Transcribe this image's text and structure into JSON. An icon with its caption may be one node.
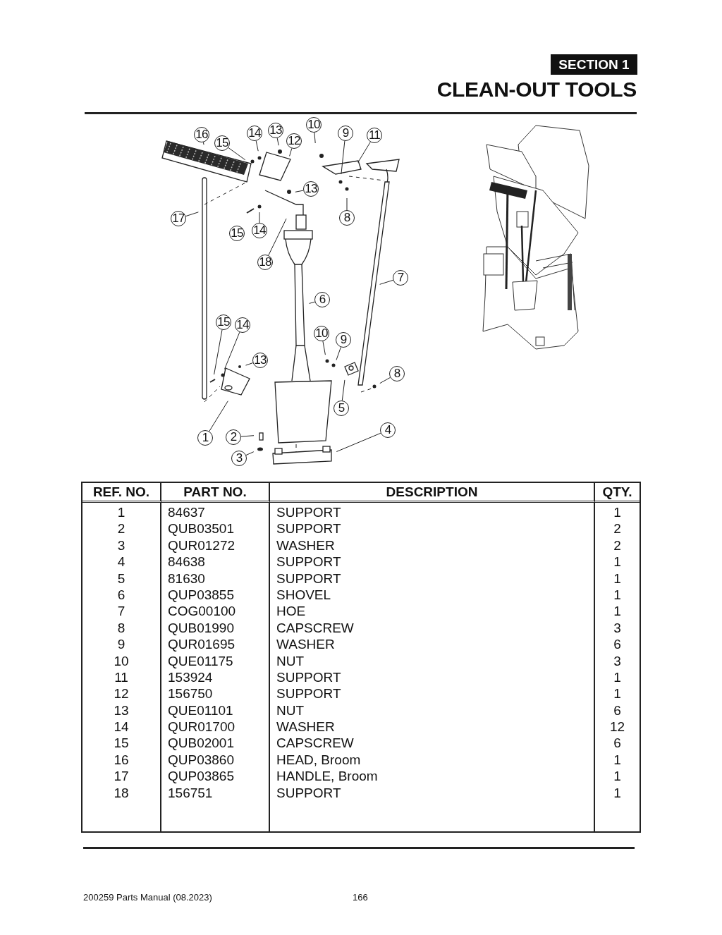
{
  "diagram": {
    "title": "CLEAN-OUT TOOLS",
    "nodes": [
      {
        "text": [
          "16"
        ]
      },
      {
        "text": [
          "15"
        ]
      },
      {
        "text": [
          "14"
        ]
      },
      {
        "text": [
          "13"
        ]
      },
      {
        "text": [
          "12"
        ]
      },
      {
        "text": [
          "10"
        ]
      },
      {
        "text": [
          "9"
        ]
      },
      {
        "text": [
          "11"
        ]
      },
      {
        "text": [
          "13"
        ]
      },
      {
        "text": [
          "17"
        ]
      },
      {
        "text": [
          "8"
        ]
      },
      {
        "text": [
          "15"
        ]
      },
      {
        "text": [
          "14"
        ]
      },
      {
        "text": [
          "18"
        ]
      },
      {
        "text": [
          "7"
        ]
      },
      {
        "text": [
          "6"
        ]
      },
      {
        "text": [
          "15"
        ]
      },
      {
        "text": [
          "14"
        ]
      },
      {
        "text": [
          "10"
        ]
      },
      {
        "text": [
          "9"
        ]
      },
      {
        "text": [
          "13"
        ]
      },
      {
        "text": [
          "8"
        ]
      },
      {
        "text": [
          "5"
        ]
      },
      {
        "text": [
          "4"
        ]
      },
      {
        "text": [
          "1"
        ]
      },
      {
        "text": [
          "2"
        ]
      },
      {
        "text": [
          "3"
        ]
      }
    ],
    "edges": [
      {
        "from": 0,
        "to": null,
        "arrow": "none"
      },
      {
        "from": 1,
        "to": null,
        "arrow": "none"
      },
      {
        "from": 2,
        "to": null,
        "arrow": "none"
      },
      {
        "from": 3,
        "to": null,
        "arrow": "none"
      },
      {
        "from": 4,
        "to": null,
        "arrow": "none"
      },
      {
        "from": 5,
        "to": null,
        "arrow": "none"
      },
      {
        "from": 6,
        "to": null,
        "arrow": "none"
      },
      {
        "from": 7,
        "to": null,
        "arrow": "none"
      },
      {
        "from": 8,
        "to": null,
        "arrow": "none"
      },
      {
        "from": 9,
        "to": null,
        "arrow": "none"
      },
      {
        "from": 10,
        "to": null,
        "arrow": "none"
      },
      {
        "from": 12,
        "to": null,
        "arrow": "none"
      },
      {
        "from": 13,
        "to": null,
        "arrow": "none"
      },
      {
        "from": 14,
        "to": null,
        "arrow": "none"
      },
      {
        "from": 15,
        "to": null,
        "arrow": "none"
      },
      {
        "from": 16,
        "to": null,
        "arrow": "none"
      },
      {
        "from": 17,
        "to": null,
        "arrow": "none"
      },
      {
        "from": 18,
        "to": null,
        "arrow": "none"
      },
      {
        "from": 19,
        "to": null,
        "arrow": "none"
      },
      {
        "from": 20,
        "to": null,
        "arrow": "none"
      },
      {
        "from": 21,
        "to": null,
        "arrow": "none"
      },
      {
        "from": 22,
        "to": null,
        "arrow": "none"
      },
      {
        "from": 23,
        "to": null,
        "arrow": "none"
      },
      {
        "from": 24,
        "to": null,
        "arrow": "none"
      },
      {
        "from": 25,
        "to": null,
        "arrow": "none"
      },
      {
        "from": 26,
        "to": null,
        "arrow": "none"
      }
    ],
    "labels": [
      "SECTION 1",
      "REF. NO.",
      "PART NO.",
      "DESCRIPTION",
      "QTY.",
      "1",
      "84637",
      "SUPPORT",
      "1",
      "2",
      "QUB03501",
      "SUPPORT",
      "2",
      "3",
      "QUR01272",
      "WASHER",
      "2",
      "4",
      "84638",
      "SUPPORT",
      "1",
      "5",
      "81630",
      "SUPPORT",
      "1",
      "6",
      "QUP03855",
      "SHOVEL",
      "1",
      "7",
      "COG00100",
      "HOE",
      "1",
      "8",
      "QUB01990",
      "CAPSCREW",
      "3",
      "9",
      "QUR01695",
      "WASHER",
      "6",
      "10",
      "QUE01175",
      "NUT",
      "3",
      "11",
      "153924",
      "SUPPORT",
      "1",
      "12",
      "156750",
      "SUPPORT",
      "1",
      "13",
      "QUE01101",
      "NUT",
      "6",
      "14",
      "QUR01700",
      "WASHER",
      "12",
      "15",
      "QUB02001",
      "CAPSCREW",
      "6",
      "16",
      "QUP03860",
      "HEAD, Broom",
      "1",
      "17",
      "QUP03865",
      "HANDLE, Broom",
      "1",
      "18",
      "156751",
      "SUPPORT",
      "1",
      "200259 Parts Manual (08.2023)",
      "166"
    ]
  }
}
